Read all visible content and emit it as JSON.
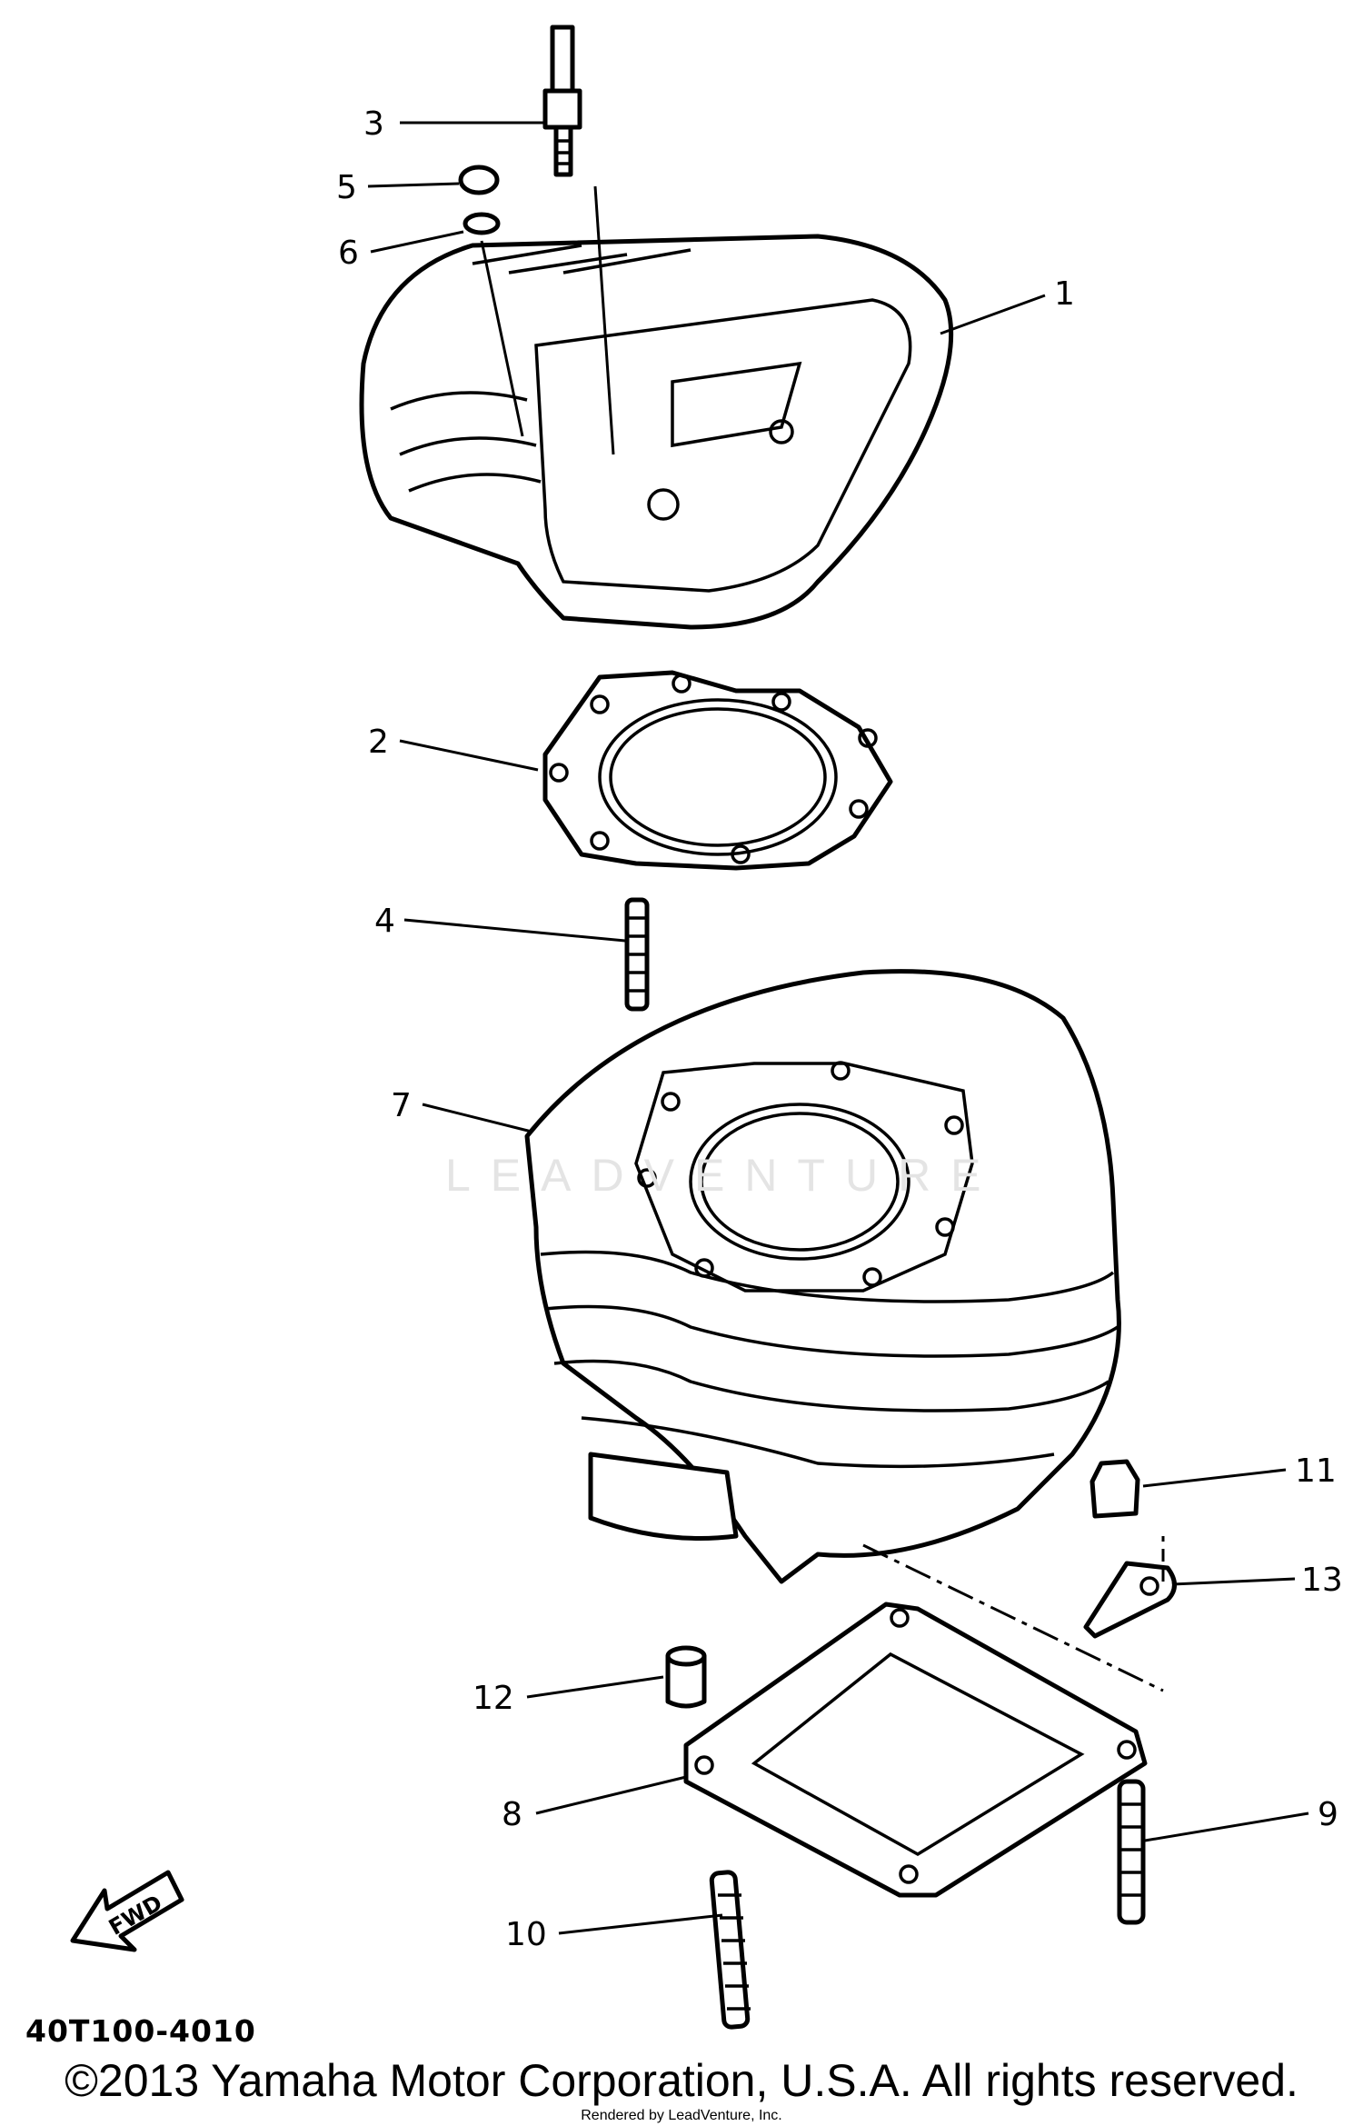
{
  "diagram": {
    "callouts": [
      {
        "id": "1",
        "label": "1"
      },
      {
        "id": "2",
        "label": "2"
      },
      {
        "id": "3",
        "label": "3"
      },
      {
        "id": "4",
        "label": "4"
      },
      {
        "id": "5",
        "label": "5"
      },
      {
        "id": "6",
        "label": "6"
      },
      {
        "id": "7",
        "label": "7"
      },
      {
        "id": "8",
        "label": "8"
      },
      {
        "id": "9",
        "label": "9"
      },
      {
        "id": "10",
        "label": "10"
      },
      {
        "id": "11",
        "label": "11"
      },
      {
        "id": "12",
        "label": "12"
      },
      {
        "id": "13",
        "label": "13"
      }
    ],
    "fwd_label": "FWD",
    "part_code": "40T100-4010"
  },
  "footer": {
    "copyright": "©2013 Yamaha Motor Corporation, U.S.A. All rights reserved.",
    "rendered_by": "Rendered by LeadVenture, Inc."
  },
  "watermark": "LEADVENTURE"
}
